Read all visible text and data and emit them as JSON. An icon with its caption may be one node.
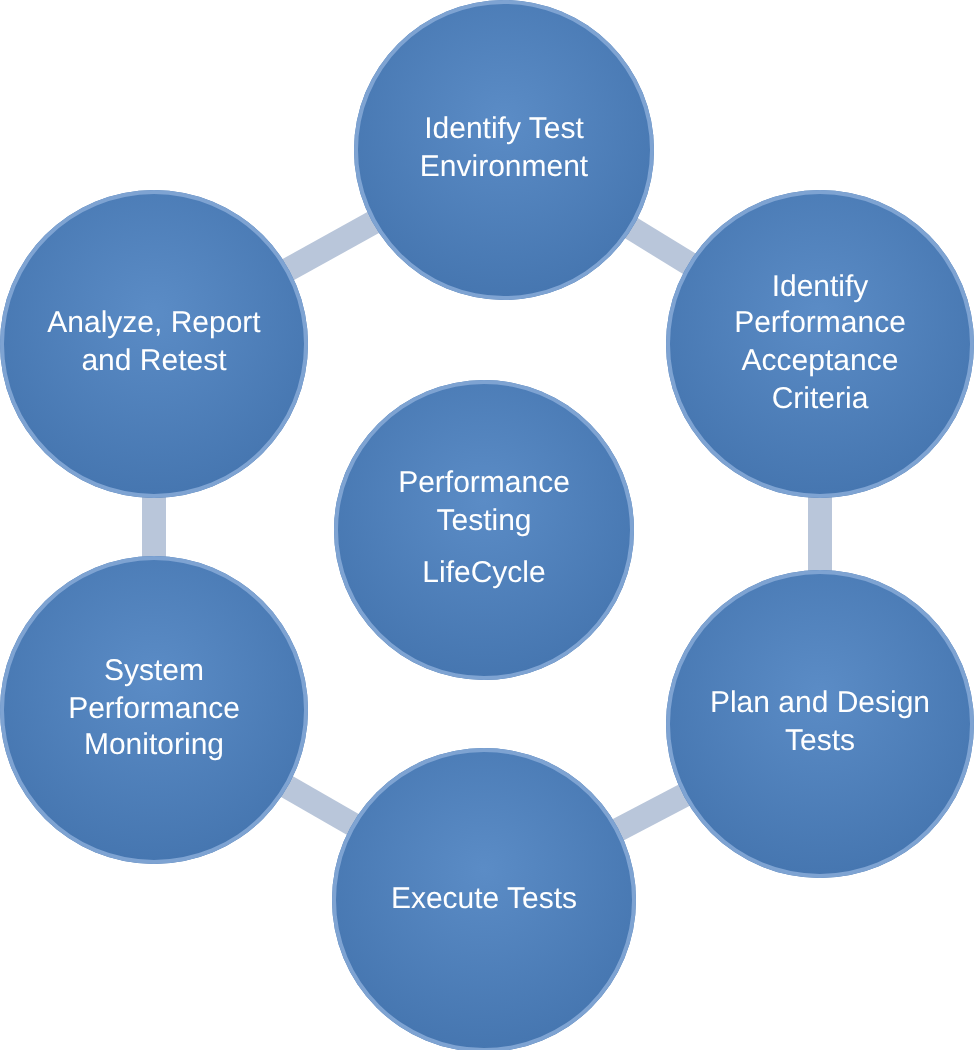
{
  "diagram": {
    "nodes": [
      {
        "text": [
          "Identify Test Environment"
        ]
      },
      {
        "text": [
          "Identify Performance Acceptance Criteria"
        ]
      },
      {
        "text": [
          "Plan and Design Tests"
        ]
      },
      {
        "text": [
          "Execute Tests"
        ]
      },
      {
        "text": [
          "System Performance Monitoring"
        ]
      },
      {
        "text": [
          "Analyze, Report and Retest"
        ]
      },
      {
        "text": [
          "Performance Testing",
          "LifeCycle"
        ]
      }
    ],
    "edges": [
      {
        "from": 0,
        "to": 1,
        "arrow": "none"
      },
      {
        "from": 1,
        "to": 2,
        "arrow": "none"
      },
      {
        "from": 2,
        "to": 3,
        "arrow": "none"
      },
      {
        "from": 3,
        "to": 4,
        "arrow": "none"
      },
      {
        "from": 4,
        "to": 5,
        "arrow": "none"
      },
      {
        "from": 5,
        "to": 0,
        "arrow": "none"
      }
    ]
  }
}
